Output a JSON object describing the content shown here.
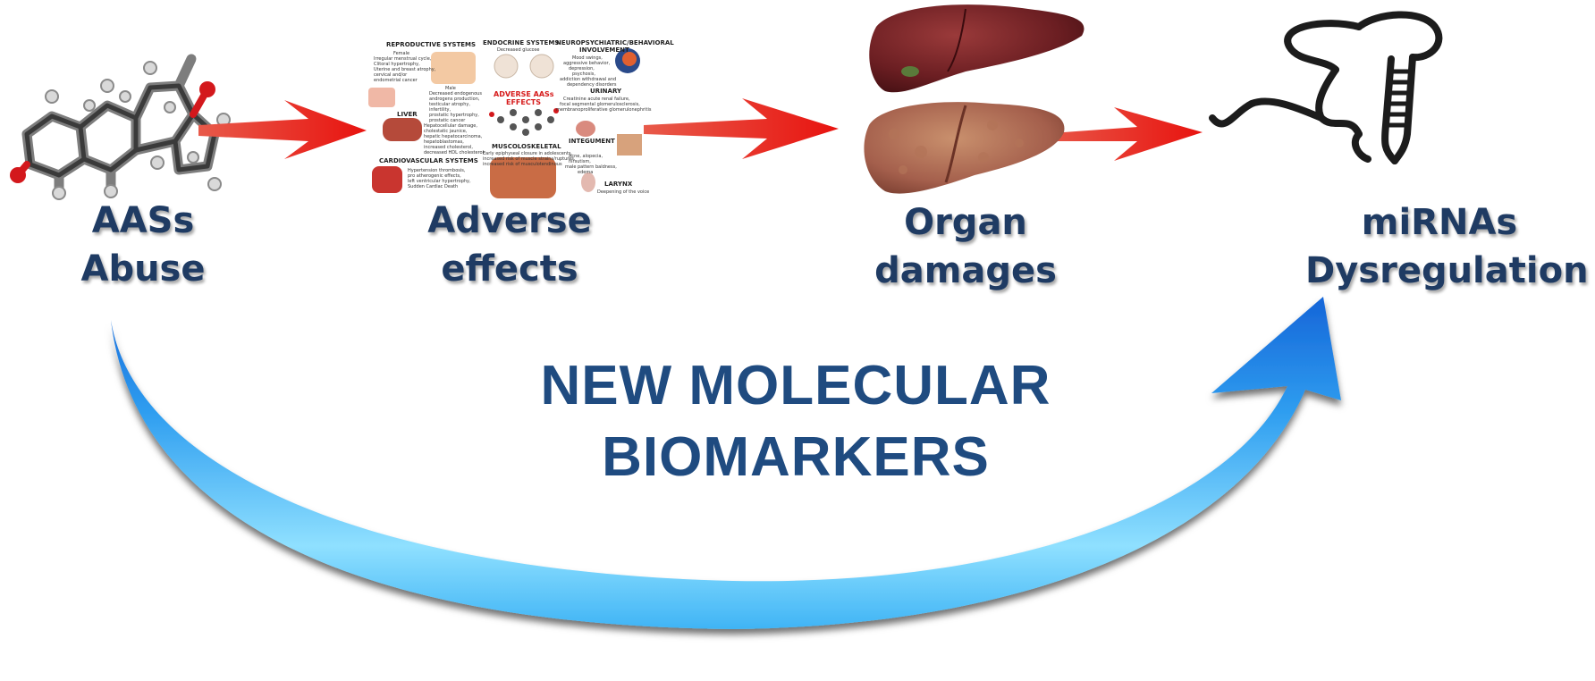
{
  "steps": [
    {
      "line1": "AASs",
      "line2": "Abuse"
    },
    {
      "line1": "Adverse effects"
    },
    {
      "line1": "Organ",
      "line2": "damages"
    },
    {
      "line1": "miRNAs",
      "line2": "Dysregulation"
    }
  ],
  "banner": {
    "line1": "NEW MOLECULAR",
    "line2": "BIOMARKERS"
  },
  "effects_panel": {
    "center_title": "ADVERSE AASs",
    "center_title2": "EFFECTS",
    "sections": [
      {
        "title": "REPRODUCTIVE SYSTEMS",
        "lines": [
          "Female",
          "Irregular menstrual cycle,",
          "Clitoral hypertrophy,",
          "Uterine and breast atrophy,",
          "cervical and/or",
          "endometrial cancer",
          "Male",
          "Decreased endogenous",
          "androgens production,",
          "testicular atrophy,",
          "infertility,",
          "prostatic hypertrophy,",
          "prostatic cancer"
        ]
      },
      {
        "title": "LIVER",
        "lines": [
          "Hepatocellular damage,",
          "cholestatic jaunice,",
          "hepatic hepatocarcinoma,",
          "hepatoblastomas,",
          "increased cholesterol,",
          "decreased HDL cholesterol"
        ]
      },
      {
        "title": "CARDIOVASCULAR SYSTEMS",
        "lines": [
          "Hypertension thrombosis,",
          "pro atherogenic effects,",
          "left ventricular hypertrophy,",
          "Sudden Cardiac Death"
        ]
      },
      {
        "title": "ENDOCRINE SYSTEMS",
        "lines": [
          "Decreased glucose"
        ]
      },
      {
        "title": "NEUROPSYCHIATRIC/BEHAVIORAL",
        "title2": "INVOLVEMENT",
        "lines": [
          "Mood swings,",
          "aggressive behavior,",
          "depression,",
          "psychosis,",
          "addiction withdrawal and",
          "dependency disorders"
        ]
      },
      {
        "title": "URINARY",
        "lines": [
          "Creatinine acute renal failure,",
          "focal segmental glomerulosclerosis,",
          "membranoproliferative glomerulonephritis"
        ]
      },
      {
        "title": "MUSCOLOSKELETAL",
        "lines": [
          "Early epiphyseal closure in adolescents,",
          "increased risk of muscle strains/ruptures,",
          "increased risk of musculotendinous"
        ]
      },
      {
        "title": "INTEGUMENT",
        "lines": [
          "Acne, alopecia,",
          "hirsutism,",
          "male pattern baldness,",
          "edema"
        ]
      },
      {
        "title": "LARYNX",
        "lines": [
          "Deepening of the voice"
        ]
      }
    ]
  }
}
